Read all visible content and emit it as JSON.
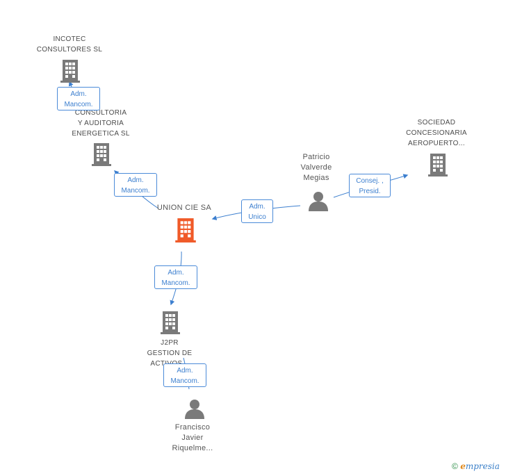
{
  "colors": {
    "edge": "#3c7fcf",
    "company_icon": "#7a7a7a",
    "main_icon": "#f05a28",
    "person_icon": "#7a7a7a"
  },
  "nodes": {
    "incotec": {
      "label": "INCOTEC\nCONSULTORES SL",
      "icon": "building-icon"
    },
    "consultoria": {
      "label": "CONSULTORIA\nY AUDITORIA\nENERGETICA SL",
      "icon": "building-icon"
    },
    "sociedad": {
      "label": "SOCIEDAD\nCONCESIONARIA\nAEROPUERTO...",
      "icon": "building-icon"
    },
    "patricio": {
      "label": "Patricio\nValverde\nMegias",
      "icon": "person-icon"
    },
    "union": {
      "label": "UNION CIE SA",
      "icon": "building-icon"
    },
    "j2pr": {
      "label": "J2PR\nGESTION DE\nACTIVOS...",
      "icon": "building-icon"
    },
    "francisco": {
      "label": "Francisco\nJavier\nRiquelme...",
      "icon": "person-icon"
    }
  },
  "relations": {
    "r1": "Adm.\nMancom.",
    "r2": "Adm.\nMancom.",
    "r3": "Adm.\nUnico",
    "r4": "Consej. ,\nPresid.",
    "r5": "Adm.\nMancom.",
    "r6": "Adm.\nMancom."
  },
  "footer": {
    "copyright": "©",
    "brand_first": "e",
    "brand_rest": "mpresia"
  }
}
